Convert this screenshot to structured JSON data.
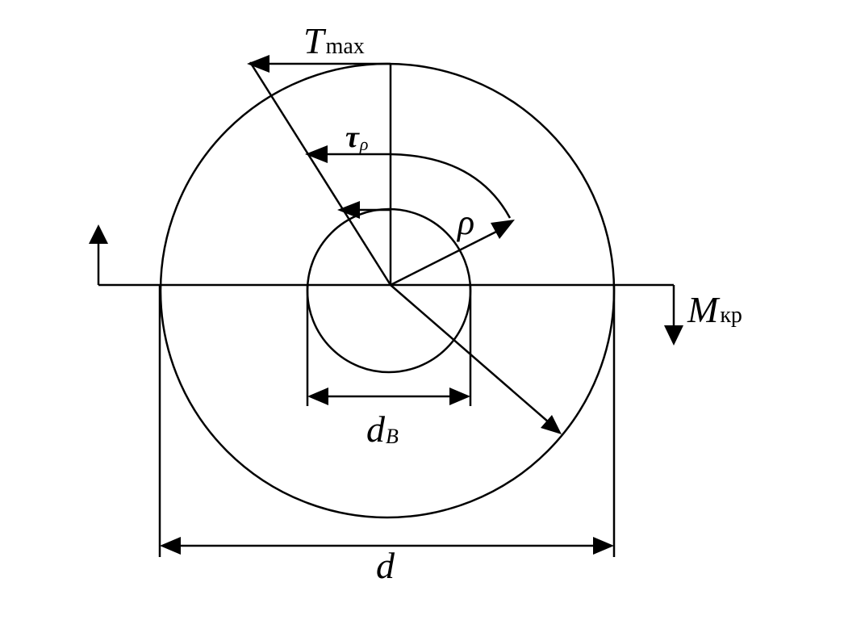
{
  "labels": {
    "t_max_main": "T",
    "t_max_sub": "max",
    "tau_main": "τ",
    "tau_sub": "ρ",
    "rho": "ρ",
    "m_main": "M",
    "m_sub": "кр",
    "d_inner_main": "d",
    "d_inner_sub": "B",
    "d_outer": "d"
  },
  "colors": {
    "stroke": "#000000",
    "background": "#ffffff"
  }
}
